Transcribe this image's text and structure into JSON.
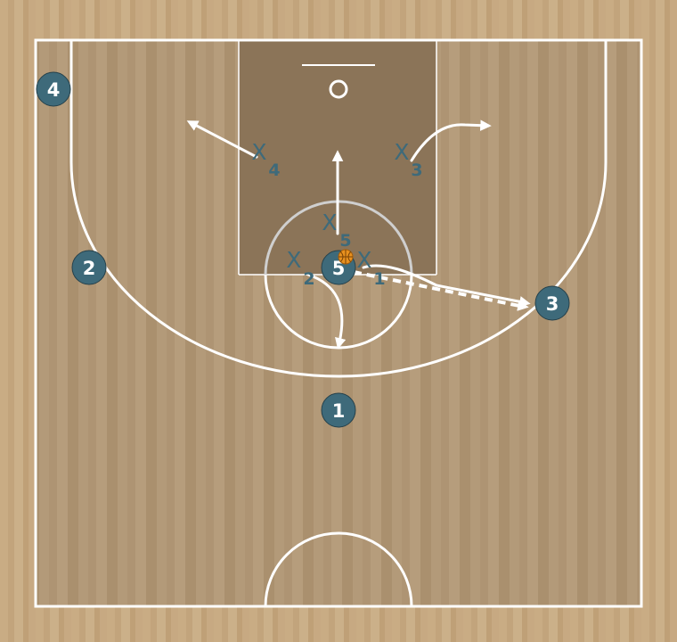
{
  "court": {
    "colors": {
      "floor_light": "#c9ac84",
      "floor_mid": "#b39a79",
      "floor_dark": "#a98e6b",
      "paint": "#8b7458",
      "lines": "#ffffff",
      "player_fill": "#3e6a7a",
      "defender_text": "#3e6a7a",
      "ball": "#e8911f"
    }
  },
  "offense": [
    {
      "id": "o1",
      "label": "1"
    },
    {
      "id": "o2",
      "label": "2"
    },
    {
      "id": "o3",
      "label": "3"
    },
    {
      "id": "o4",
      "label": "4"
    },
    {
      "id": "o5",
      "label": "5"
    }
  ],
  "defense": [
    {
      "id": "x1",
      "mark": "X",
      "label": "1"
    },
    {
      "id": "x2",
      "mark": "X",
      "label": "2"
    },
    {
      "id": "x3",
      "mark": "X",
      "label": "3"
    },
    {
      "id": "x4",
      "mark": "X",
      "label": "4"
    },
    {
      "id": "x5",
      "mark": "X",
      "label": "5"
    }
  ],
  "ball_holder": "5",
  "icons": {
    "ball": "basketball-icon",
    "offense_marker": "circle-player-icon",
    "defense_marker": "x-defender-icon"
  }
}
